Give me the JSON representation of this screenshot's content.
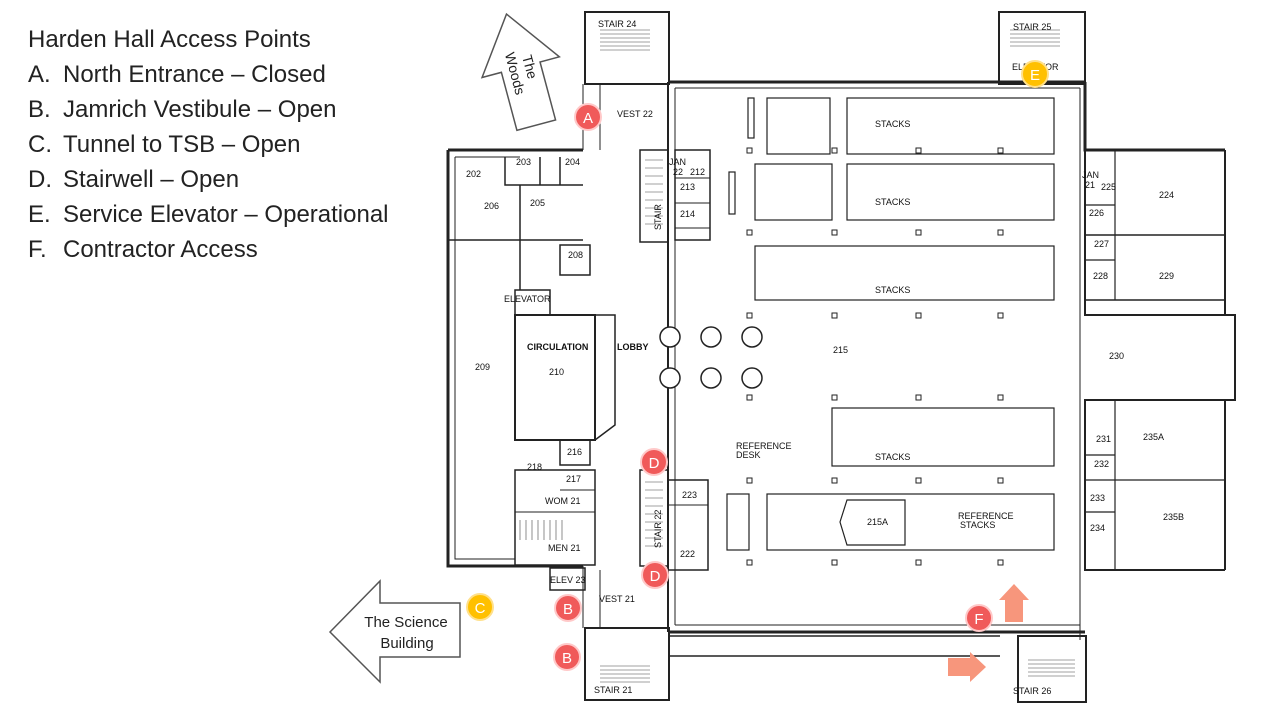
{
  "legend": {
    "title": "Harden Hall Access Points",
    "items": [
      {
        "key": "A.",
        "label": "North Entrance – Closed"
      },
      {
        "key": "B.",
        "label": "Jamrich Vestibule – Open"
      },
      {
        "key": "C.",
        "label": "Tunnel to TSB – Open"
      },
      {
        "key": "D.",
        "label": "Stairwell – Open"
      },
      {
        "key": "E.",
        "label": "Service Elevator – Operational"
      },
      {
        "key": "F.",
        "label": "Contractor Access"
      }
    ]
  },
  "arrows": {
    "woods_line1": "The",
    "woods_line2": "Woods",
    "science_line1": "The Science",
    "science_line2": "Building"
  },
  "markers": {
    "a": "A",
    "b": "B",
    "c": "C",
    "d": "D",
    "e": "E",
    "f": "F"
  },
  "colors": {
    "marker_red": "#f05a5a",
    "marker_yellow": "#ffc000",
    "orange_arrow": "#f7967c"
  },
  "rooms": {
    "stair24": "STAIR 24",
    "stair25": "STAIR 25",
    "elevator_top": "ELEVATOR",
    "vest22": "VEST 22",
    "r202": "202",
    "r203": "203",
    "r204": "204",
    "r205": "205",
    "r206": "206",
    "jan22_a": "JAN",
    "jan22_b": "22",
    "r212": "212",
    "r213": "213",
    "r214": "214",
    "stair_mid": "STAIR",
    "r208": "208",
    "elevator": "ELEVATOR",
    "circulation": "CIRCULATION",
    "lobby": "LOBBY",
    "r209": "209",
    "r210": "210",
    "r216": "216",
    "r217": "217",
    "r218": "218",
    "wom21": "WOM 21",
    "men21": "MEN 21",
    "elev23": "ELEV 23",
    "stair22": "STAIR 22",
    "r223": "223",
    "r222": "222",
    "vest21": "VEST 21",
    "stair21": "STAIR 21",
    "stair26": "STAIR 26",
    "stacks1": "STACKS",
    "stacks2": "STACKS",
    "stacks3": "STACKS",
    "stacks4": "STACKS",
    "r215": "215",
    "reference_desk_1": "REFERENCE",
    "reference_desk_2": "DESK",
    "r215a": "215A",
    "ref_stacks_1": "REFERENCE",
    "ref_stacks_2": "STACKS",
    "jan21_a": "JAN",
    "jan21_b": "21",
    "r225": "225",
    "r224": "224",
    "r226": "226",
    "r227": "227",
    "r228": "228",
    "r229": "229",
    "r230": "230",
    "r231": "231",
    "r232": "232",
    "r233": "233",
    "r234": "234",
    "r235a": "235A",
    "r235b": "235B"
  }
}
